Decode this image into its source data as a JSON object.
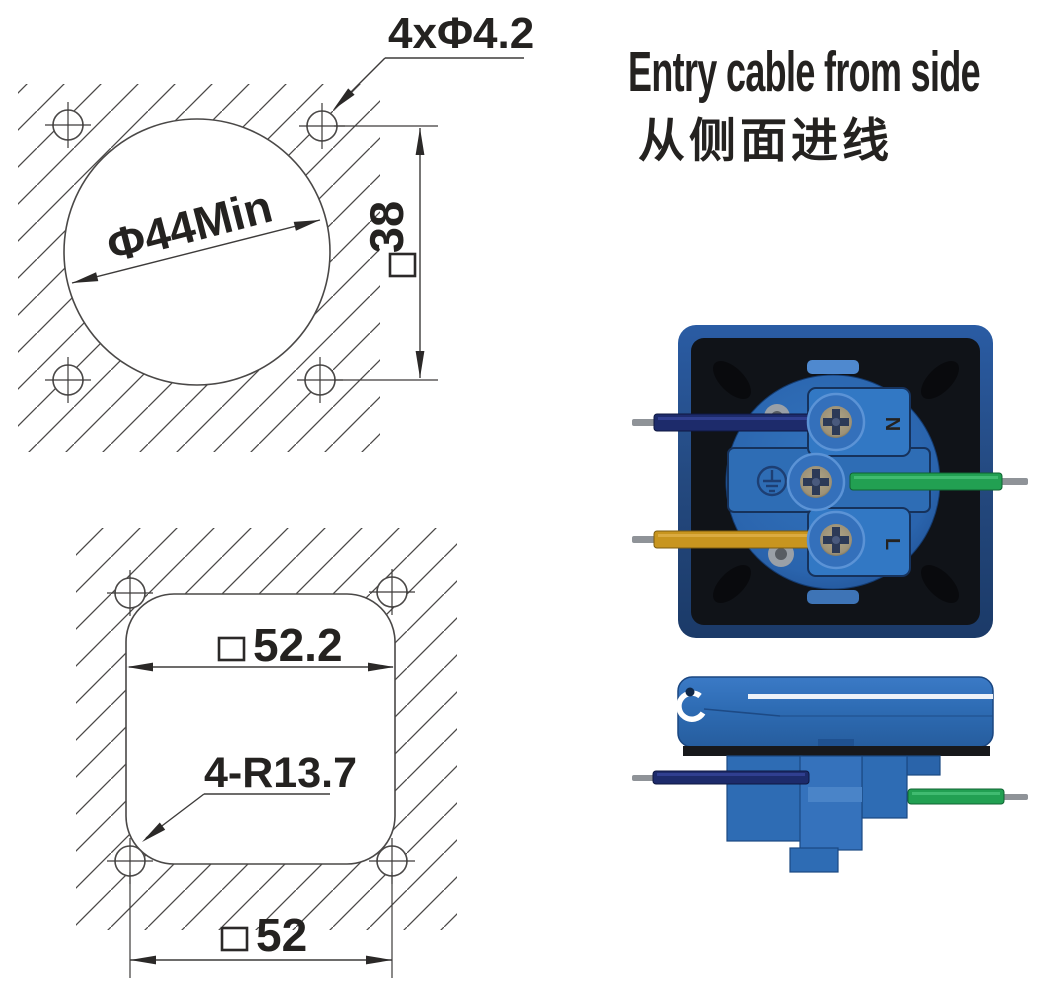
{
  "annotation": {
    "title_en": "Entry cable from side",
    "title_zh": "从侧面进线"
  },
  "drawings": {
    "square_symbol": "□",
    "circular_cutout": {
      "holes_label": "4xΦ4.2",
      "diameter_label": "Φ44Min",
      "height_dim": "38"
    },
    "square_cutout": {
      "width_dim": "52.2",
      "corner_radius_label": "4-R13.7",
      "outer_dim": "52"
    }
  },
  "product": {
    "rear_view": {
      "neutral_mark": "N",
      "live_mark": "L"
    },
    "colors": {
      "body_blue": "#2e6cb4",
      "block_blue": "#3278c4",
      "frame_navy": "#24497f",
      "face_black": "#101318",
      "wire_neutral": "#1d2b6b",
      "wire_earth": "#22a052",
      "wire_live": "#c8951f",
      "metal": "#8f9398",
      "gasket": "#17181b"
    }
  }
}
